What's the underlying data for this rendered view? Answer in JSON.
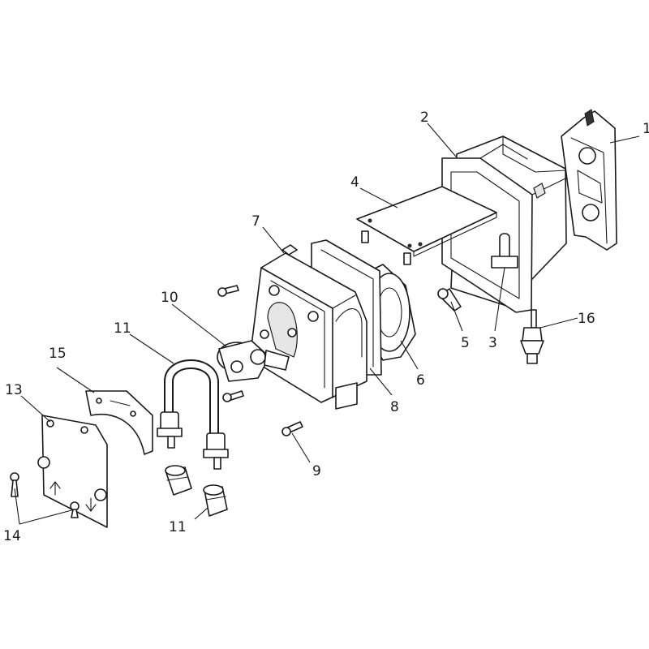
{
  "callouts": {
    "c1": "1",
    "c2": "2",
    "c3": "3",
    "c4": "4",
    "c5": "5",
    "c6": "6",
    "c7": "7",
    "c8": "8",
    "c9": "9",
    "c10": "10",
    "c11a": "11",
    "c11b": "11",
    "c13": "13",
    "c14": "14",
    "c15": "15",
    "c16": "16"
  },
  "colors": {
    "line": "#1a1a1a",
    "background": "#ffffff"
  }
}
